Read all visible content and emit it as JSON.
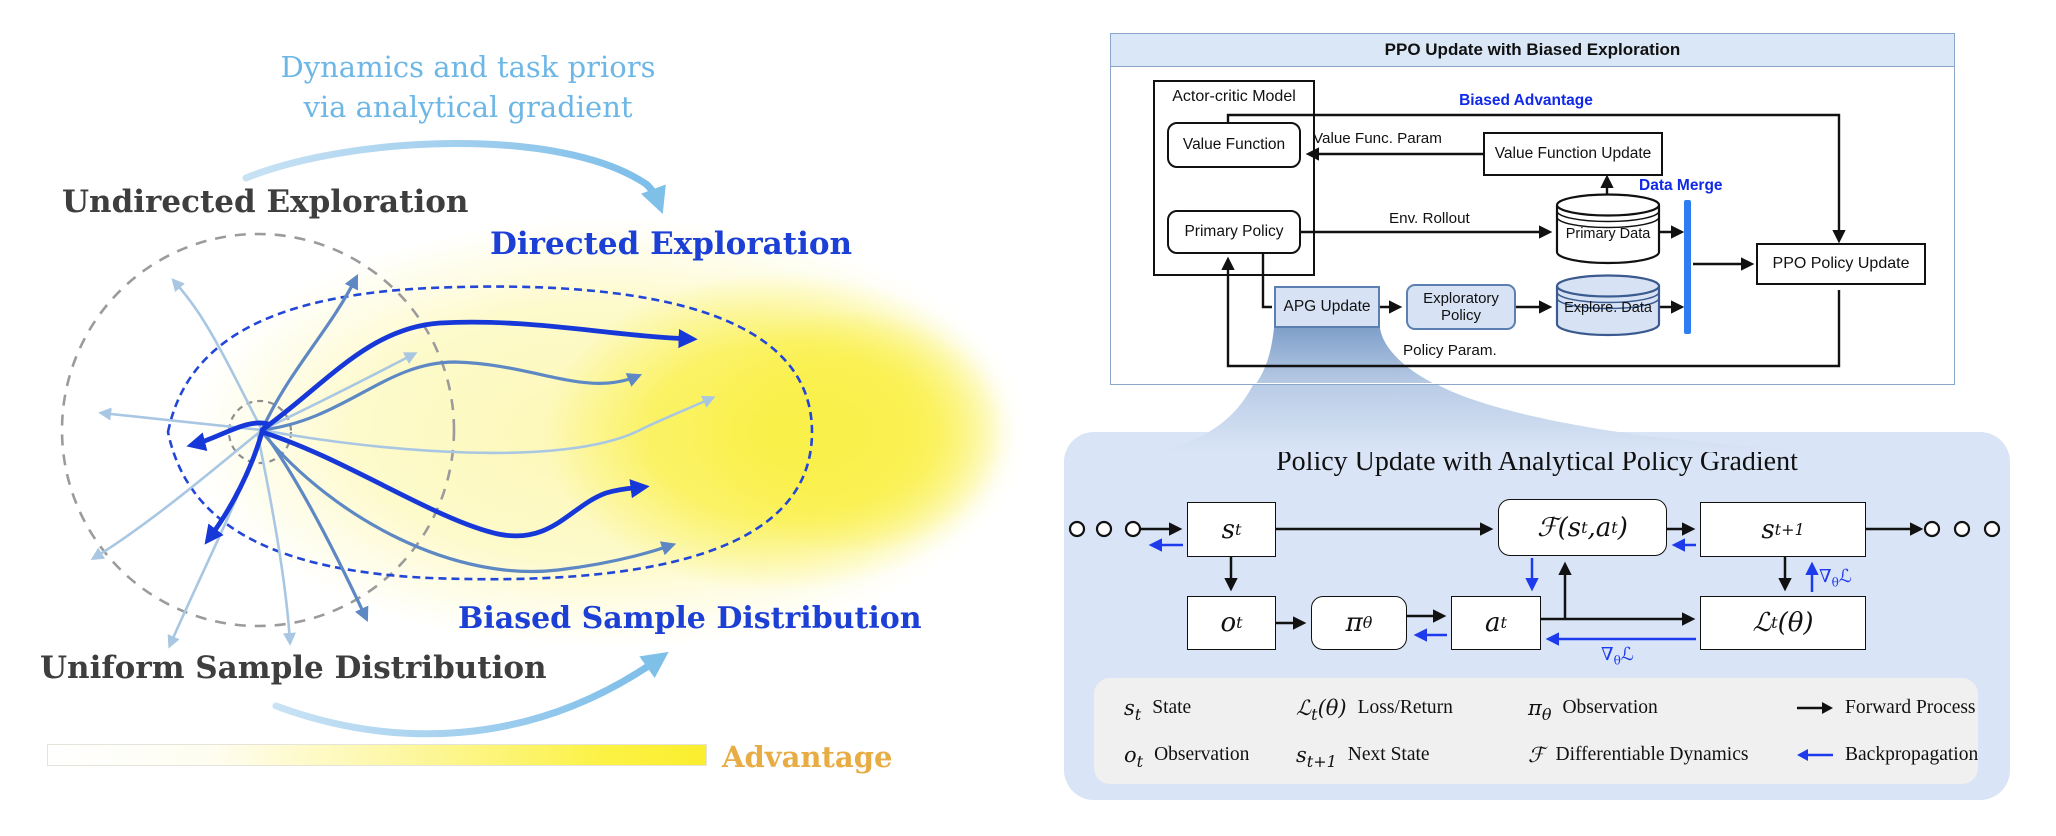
{
  "left_panel": {
    "annotation": {
      "line1": "Dynamics and task priors",
      "line2": "via analytical gradient"
    },
    "undirected_label": "Undirected Exploration",
    "directed_label": "Directed Exploration",
    "biased_label": "Biased Sample Distribution",
    "uniform_label": "Uniform Sample Distribution",
    "advantage_label": "Advantage",
    "colors": {
      "annotation_blue": "#6db7e7",
      "directed_blue": "#1c3fd6",
      "dark_label": "#3e3e3e",
      "advantage_gold": "#e7ac44",
      "glow_yellow": "#faf047"
    }
  },
  "ppo_panel": {
    "title": "PPO Update with Biased Exploration",
    "actor_critic_label": "Actor-critic Model",
    "value_function": "Value Function",
    "primary_policy": "Primary Policy",
    "value_function_update": "Value Function Update",
    "value_func_param": "Value Func. Param",
    "env_rollout": "Env. Rollout",
    "primary_data": "Primary Data",
    "apg_update": "APG Update",
    "exploratory_policy": "Exploratory Policy",
    "explore_data": "Explore. Data",
    "ppo_policy_update": "PPO Policy Update",
    "biased_advantage": "Biased Advantage",
    "data_merge": "Data Merge",
    "policy_param": "Policy Param.",
    "colors": {
      "accent_blue": "#1029e8",
      "merge_bar": "#2e7df2",
      "light_box_fill": "#d7e3f5",
      "light_box_border": "#5b7fb0",
      "header_bg": "#d9e7f7",
      "panel_border": "#8aa6c9"
    }
  },
  "apg_panel": {
    "title": "Policy Update with Analytical Policy Gradient",
    "nodes": {
      "st": {
        "main": "s",
        "sub": "t"
      },
      "F": {
        "p1": "ℱ(",
        "p2": "s",
        "p3": "t",
        "p4": ", ",
        "p5": "a",
        "p6": "t",
        "p7": ")"
      },
      "st1": {
        "main": "s",
        "sub": "t+1"
      },
      "ot": {
        "main": "o",
        "sub": "t"
      },
      "pi": {
        "main": "π",
        "sub": "θ"
      },
      "at": {
        "main": "a",
        "sub": "t"
      },
      "Lt": {
        "main": "ℒ",
        "sub": "t",
        "tail": "(θ)"
      }
    },
    "grad_label": {
      "main": "∇",
      "sub": "θ",
      "tail": "ℒ"
    },
    "legend": {
      "items": [
        {
          "sym_main": "s",
          "sym_sub": "t",
          "sym_tail": "",
          "label": "State"
        },
        {
          "sym_main": "ℒ",
          "sym_sub": "t",
          "sym_tail": "(θ)",
          "label": "Loss/Return"
        },
        {
          "sym_main": "π",
          "sym_sub": "θ",
          "sym_tail": "",
          "label": "Observation"
        },
        {
          "arrow": "forward",
          "label": "Forward Process"
        },
        {
          "sym_main": "o",
          "sym_sub": "t",
          "sym_tail": "",
          "label": "Observation"
        },
        {
          "sym_main": "s",
          "sym_sub": "t+1",
          "sym_tail": "",
          "label": "Next State"
        },
        {
          "sym_main": "ℱ",
          "sym_sub": "",
          "sym_tail": "",
          "label": "Differentiable Dynamics"
        },
        {
          "arrow": "backward",
          "label": "Backpropagation"
        }
      ]
    },
    "colors": {
      "panel_bg": "#d9e4f6",
      "legend_bg": "#f0f0f1",
      "backprop_blue": "#1d3aed"
    }
  }
}
